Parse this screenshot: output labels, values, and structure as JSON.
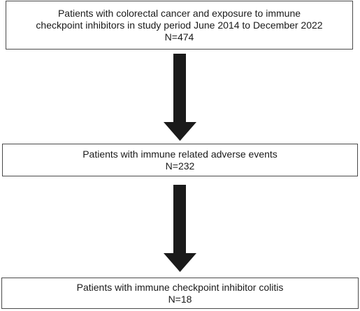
{
  "flowchart": {
    "nodes": [
      {
        "lines": [
          "Patients with colorectal cancer and exposure to immune",
          "checkpoint inhibitors in study period June 2014 to December 2022",
          "N=474"
        ]
      },
      {
        "lines": [
          "Patients with immune related adverse events",
          "N=232"
        ]
      },
      {
        "lines": [
          "Patients with immune checkpoint inhibitor colitis",
          "N=18"
        ]
      }
    ],
    "arrow_color": "#1a1a1a",
    "border_color": "#4a4a4a"
  }
}
